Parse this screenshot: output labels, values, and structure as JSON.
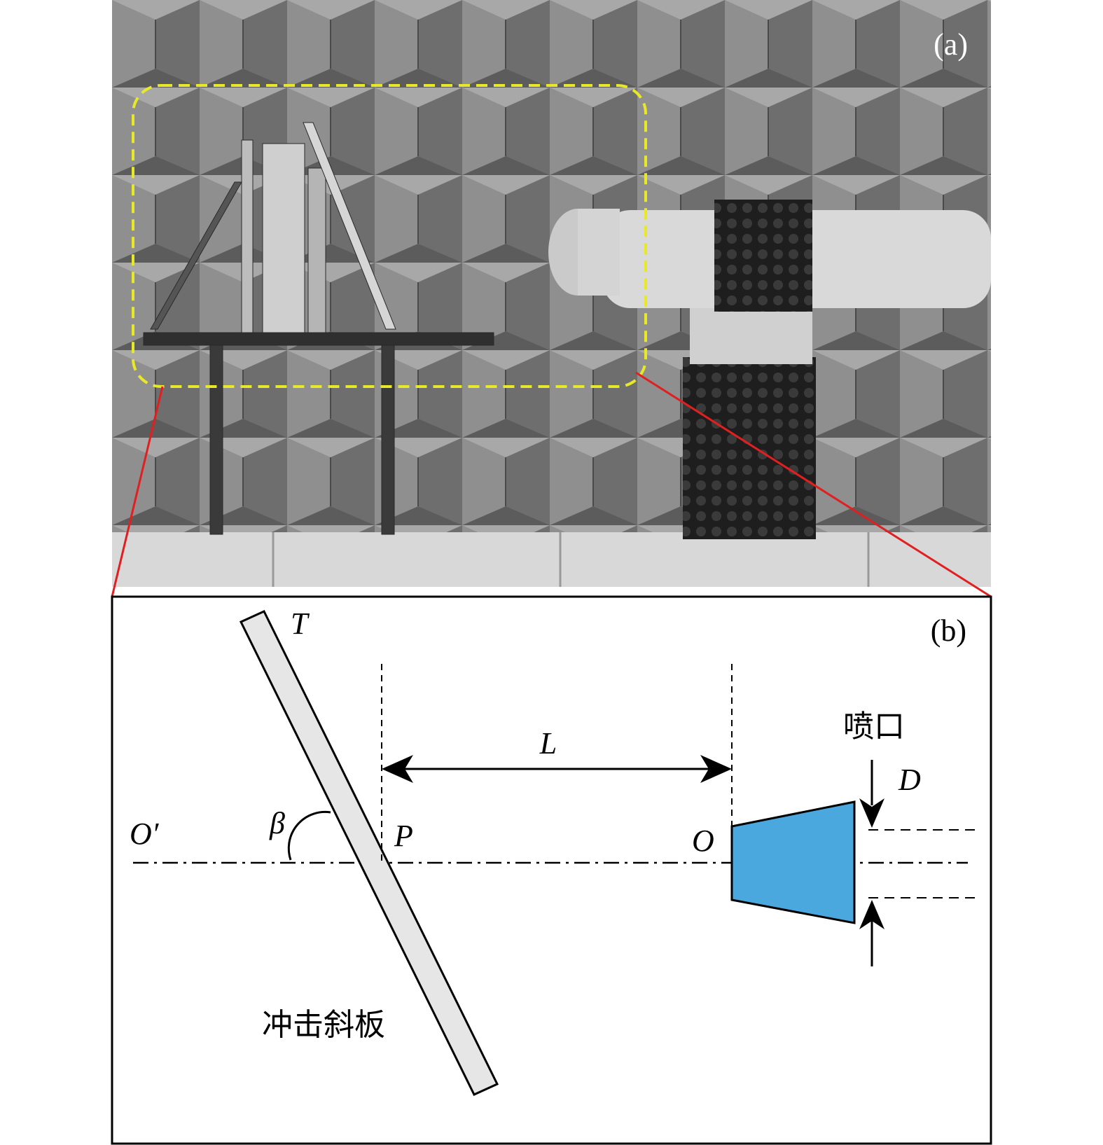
{
  "panel_a": {
    "label": "(a)",
    "photo_description_icon": "anechoic-chamber-photo-icon"
  },
  "panel_b": {
    "label": "(b)",
    "labels": {
      "plate_top": "T",
      "distance": "L",
      "nozzle": "喷口",
      "diameter": "D",
      "angle": "β",
      "axis_end": "O′",
      "impact_point": "P",
      "origin": "O",
      "plate": "冲击斜板"
    }
  },
  "colors": {
    "nozzle_fill": "#4aa8df",
    "plate_fill": "#e6e6e6",
    "highlight_box": "#e8e82a",
    "connector_lines": "#e02020",
    "foam": "#8f8f8f"
  }
}
